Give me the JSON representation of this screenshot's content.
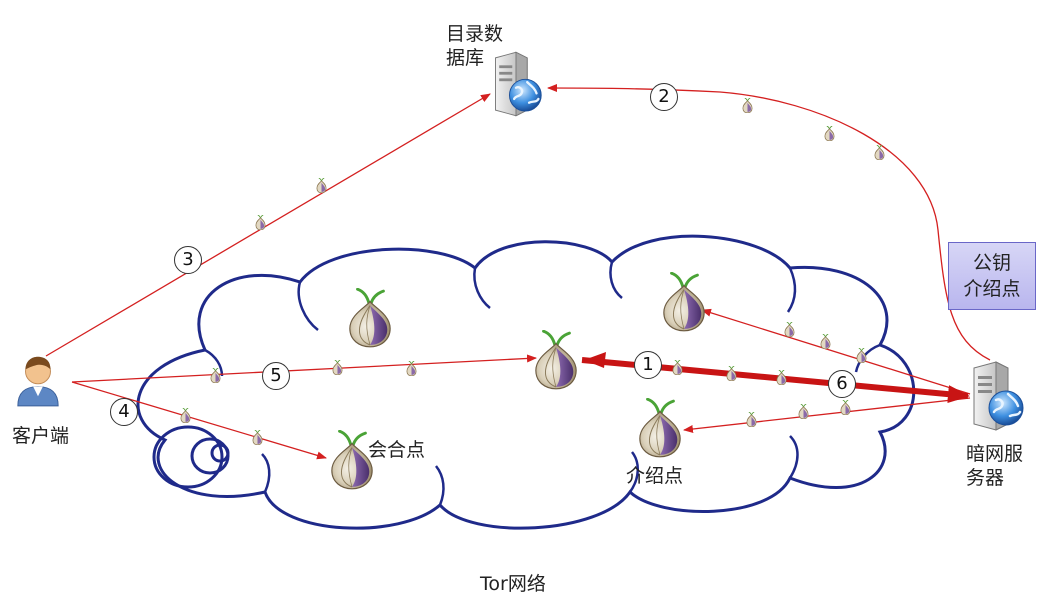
{
  "labels": {
    "directory_line1": "目录数",
    "directory_line2": "据库",
    "client": "客户端",
    "rendezvous": "会合点",
    "intro_point": "介绍点",
    "hidden_server_line1": "暗网服",
    "hidden_server_line2": "务器",
    "tor_network": "Tor网络",
    "pubkey_line1": "公钥",
    "pubkey_line2": "介绍点"
  },
  "steps": [
    "1",
    "2",
    "3",
    "4",
    "5",
    "6"
  ],
  "colors": {
    "arrow": "#d42020",
    "cloud": "#1f2a8a",
    "pubkey_box": "#c9c7f3",
    "onion": "#6b4b8f"
  },
  "icons": [
    "person-icon",
    "server-icon",
    "onion-icon"
  ]
}
